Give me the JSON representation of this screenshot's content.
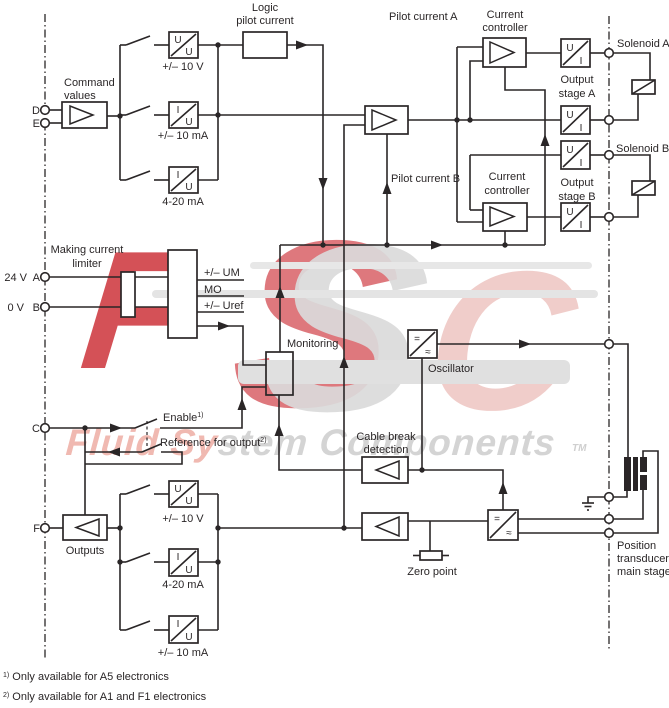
{
  "watermark": {
    "logo_f": "F",
    "logo_s_red": "S",
    "logo_s_gray": "S",
    "logo_c": "C",
    "wordmark_left": "Fluid Sy",
    "wordmark_right": "stem Components",
    "tm": "TM"
  },
  "terminals": {
    "d": "D",
    "e": "E",
    "a": "A",
    "b": "B",
    "c": "C",
    "f": "F",
    "v24": "24 V",
    "v0": "0 V"
  },
  "labels": {
    "command1": "Command",
    "command2": "values",
    "logic1": "Logic",
    "logic2": "pilot current",
    "pilot_a": "Pilot current A",
    "pilot_b": "Pilot current B",
    "controller_a1": "Current",
    "controller_a2": "controller",
    "controller_b1": "Current",
    "controller_b2": "controller",
    "solenoid_a": "Solenoid A",
    "solenoid_b": "Solenoid B",
    "output_a1": "Output",
    "output_a2": "stage A",
    "output_b1": "Output",
    "output_b2": "stage B",
    "making1": "Making current",
    "making2": "limiter",
    "um": "+/– UM",
    "mo": "MO",
    "uref": "+/– Uref",
    "monitoring": "Monitoring",
    "oscillator": "Oscillator",
    "cable1": "Cable break",
    "cable2": "detection",
    "enable": "Enable",
    "enable_sup": "1)",
    "reference": "Reference for output",
    "reference_sup": "2)",
    "outputs": "Outputs",
    "zero": "Zero point",
    "pos1": "Position",
    "pos2": "transducer",
    "pos3": "main stage"
  },
  "converters": {
    "top": [
      {
        "in": "U",
        "out": "U",
        "range": "+/– 10 V"
      },
      {
        "in": "I",
        "out": "U",
        "range": "+/– 10 mA"
      },
      {
        "in": "I",
        "out": "U",
        "range": "4-20 mA"
      }
    ],
    "bottom": [
      {
        "in": "U",
        "out": "U",
        "range": "+/– 10 V"
      },
      {
        "in": "I",
        "out": "U",
        "range": "4-20 mA"
      },
      {
        "in": "I",
        "out": "U",
        "range": "+/– 10 mA"
      }
    ],
    "stage": {
      "in": "U",
      "out": "I"
    },
    "osc_in": "=",
    "osc_out": "≈"
  },
  "footnotes": [
    {
      "sup": "1)",
      "text": " Only available for A5 electronics"
    },
    {
      "sup": "2)",
      "text": " Only available for A1 and F1 electronics"
    }
  ],
  "colors": {
    "line": "#2a2627",
    "accent_red": "#c9252d",
    "watermark_gray": "#dadada"
  }
}
